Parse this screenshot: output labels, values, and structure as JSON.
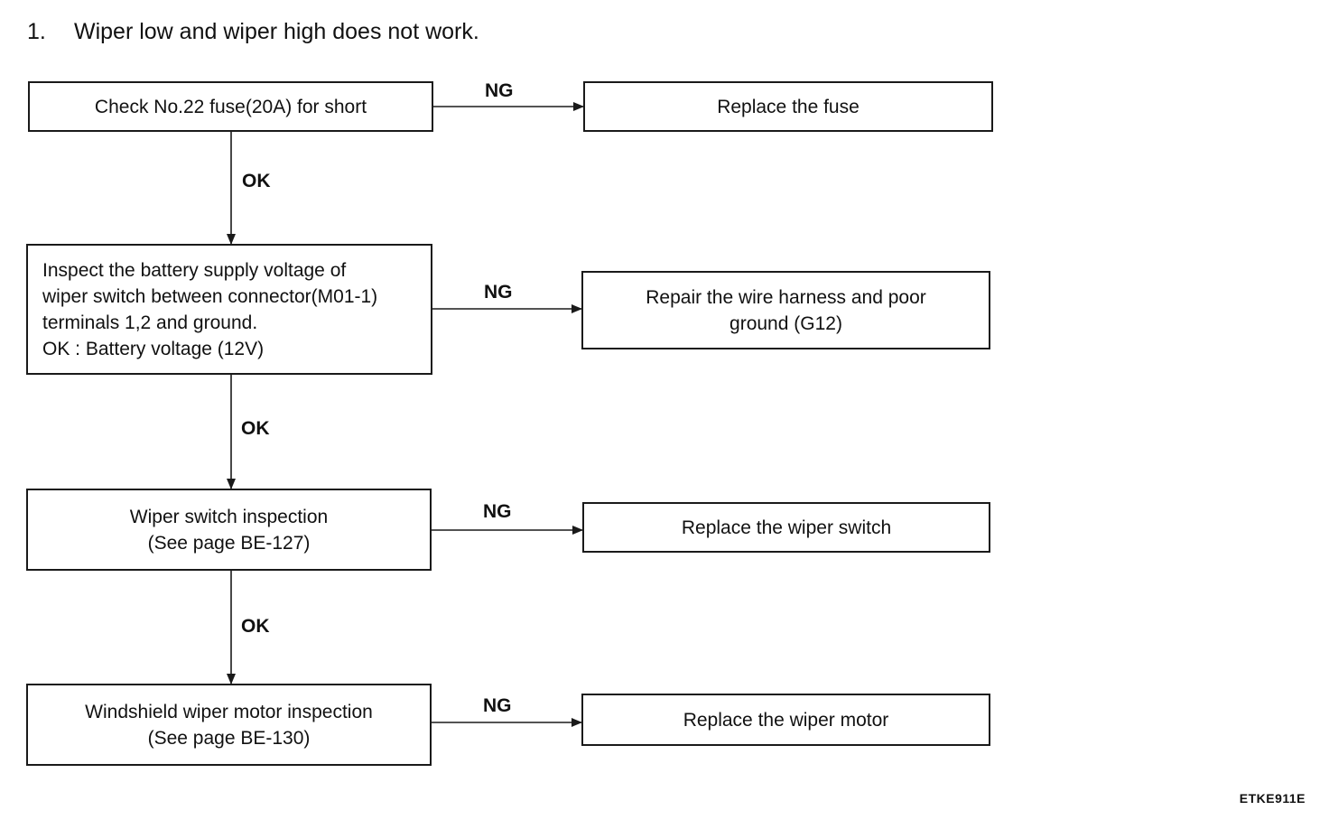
{
  "heading": {
    "number": "1.",
    "text": "Wiper low and wiper high does not work."
  },
  "steps": [
    {
      "check": "Check No.22 fuse(20A) for short",
      "ng_label": "NG",
      "action": "Replace the fuse"
    },
    {
      "check": "Inspect the battery supply voltage of\nwiper switch between connector(M01-1)\nterminals 1,2 and ground.\nOK : Battery voltage (12V)",
      "ng_label": "NG",
      "action": "Repair the wire harness and poor\nground (G12)"
    },
    {
      "check": "Wiper switch inspection\n(See page BE-127)",
      "ng_label": "NG",
      "action": "Replace the wiper switch"
    },
    {
      "check": "Windshield wiper motor inspection\n(See page BE-130)",
      "ng_label": "NG",
      "action": "Replace the wiper motor"
    }
  ],
  "ok_labels": [
    "OK",
    "OK",
    "OK"
  ],
  "figure_code": "ETKE911E"
}
